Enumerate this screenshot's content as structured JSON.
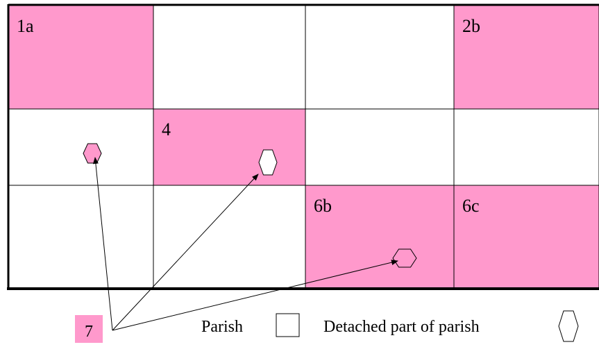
{
  "grid": {
    "rows": 3,
    "cols": 4,
    "cells": [
      {
        "row": 0,
        "col": 0,
        "label": "1a",
        "shaded": true
      },
      {
        "row": 0,
        "col": 1,
        "label": "",
        "shaded": false
      },
      {
        "row": 0,
        "col": 2,
        "label": "",
        "shaded": false
      },
      {
        "row": 0,
        "col": 3,
        "label": "2b",
        "shaded": true
      },
      {
        "row": 1,
        "col": 0,
        "label": "",
        "shaded": false
      },
      {
        "row": 1,
        "col": 1,
        "label": "4",
        "shaded": true
      },
      {
        "row": 1,
        "col": 2,
        "label": "",
        "shaded": false
      },
      {
        "row": 1,
        "col": 3,
        "label": "",
        "shaded": false
      },
      {
        "row": 2,
        "col": 0,
        "label": "",
        "shaded": false
      },
      {
        "row": 2,
        "col": 1,
        "label": "",
        "shaded": false
      },
      {
        "row": 2,
        "col": 2,
        "label": "6b",
        "shaded": true
      },
      {
        "row": 2,
        "col": 3,
        "label": "6c",
        "shaded": true
      }
    ]
  },
  "detached_parts": [
    {
      "row": 1,
      "col": 0,
      "shaded": true
    },
    {
      "row": 1,
      "col": 1,
      "shaded": false
    },
    {
      "row": 2,
      "col": 2,
      "shaded": true
    }
  ],
  "callout_label": "7",
  "legend": {
    "parish_label": "Parish",
    "detached_label": "Detached part of parish"
  },
  "colors": {
    "shaded": "#ff99cc",
    "unshaded": "#ffffff",
    "line": "#000000"
  }
}
